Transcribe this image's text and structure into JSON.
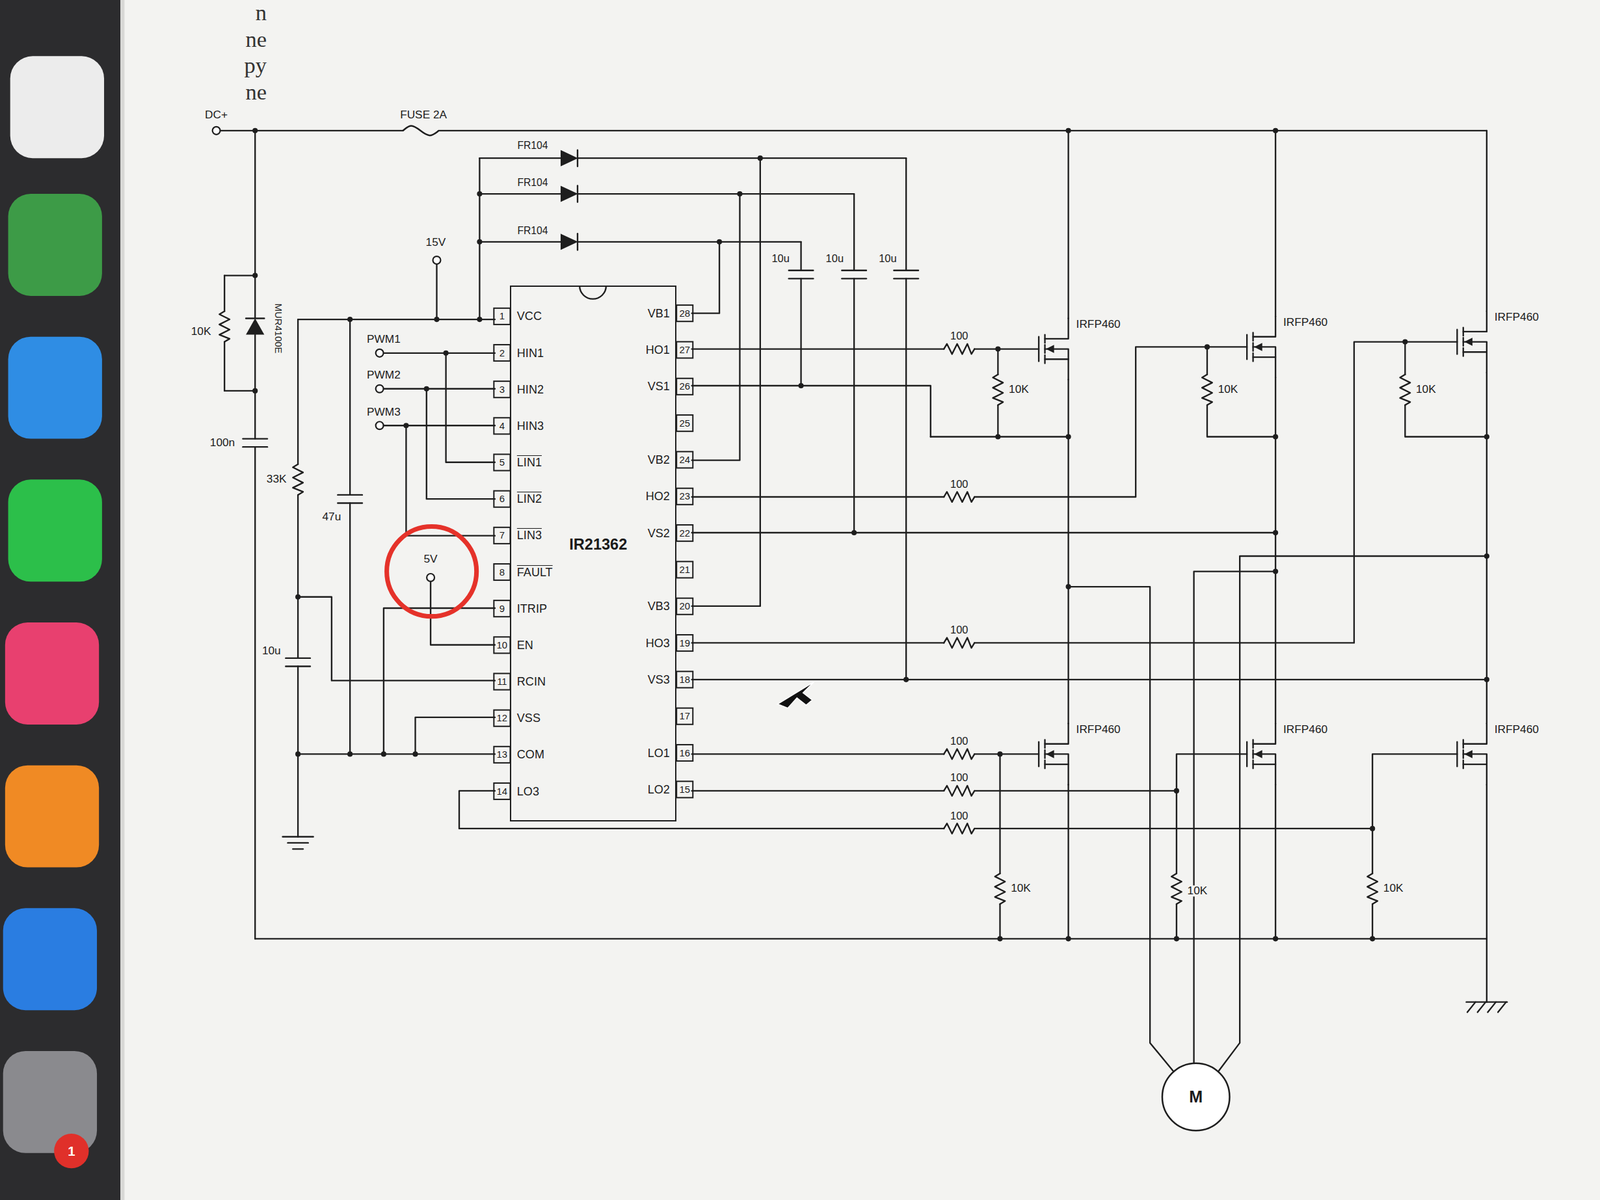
{
  "diagram": {
    "nodes": [
      {
        "text": [
          "IR21362"
        ]
      }
    ],
    "labels": [
      "DC+",
      "FUSE 2A",
      "FR104",
      "FR104",
      "FR104",
      "15V",
      "10K",
      "MUR4100E",
      "100n",
      "33K",
      "47u",
      "10u",
      "PWM1",
      "PWM2",
      "PWM3",
      "5V",
      "1",
      "VCC",
      "2",
      "HIN1",
      "3",
      "HIN2",
      "4",
      "HIN3",
      "5",
      "LIN1",
      "6",
      "LIN2",
      "7",
      "LIN3",
      "8",
      "FAULT",
      "9",
      "ITRIP",
      "10",
      "EN",
      "11",
      "RCIN",
      "12",
      "VSS",
      "13",
      "COM",
      "14",
      "LO3",
      "28",
      "VB1",
      "27",
      "HO1",
      "26",
      "VS1",
      "25",
      "24",
      "VB2",
      "23",
      "HO2",
      "22",
      "VS2",
      "21",
      "20",
      "VB3",
      "19",
      "HO3",
      "18",
      "VS3",
      "17",
      "16",
      "LO1",
      "15",
      "LO2",
      "10u",
      "10u",
      "10u",
      "100",
      "100",
      "100",
      "100",
      "100",
      "100",
      "10K",
      "10K",
      "10K",
      "10K",
      "10K",
      "10K",
      "IRFP460",
      "IRFP460",
      "IRFP460",
      "IRFP460",
      "IRFP460",
      "IRFP460",
      "M",
      "1",
      "n",
      "ne",
      "py",
      "ne"
    ]
  }
}
